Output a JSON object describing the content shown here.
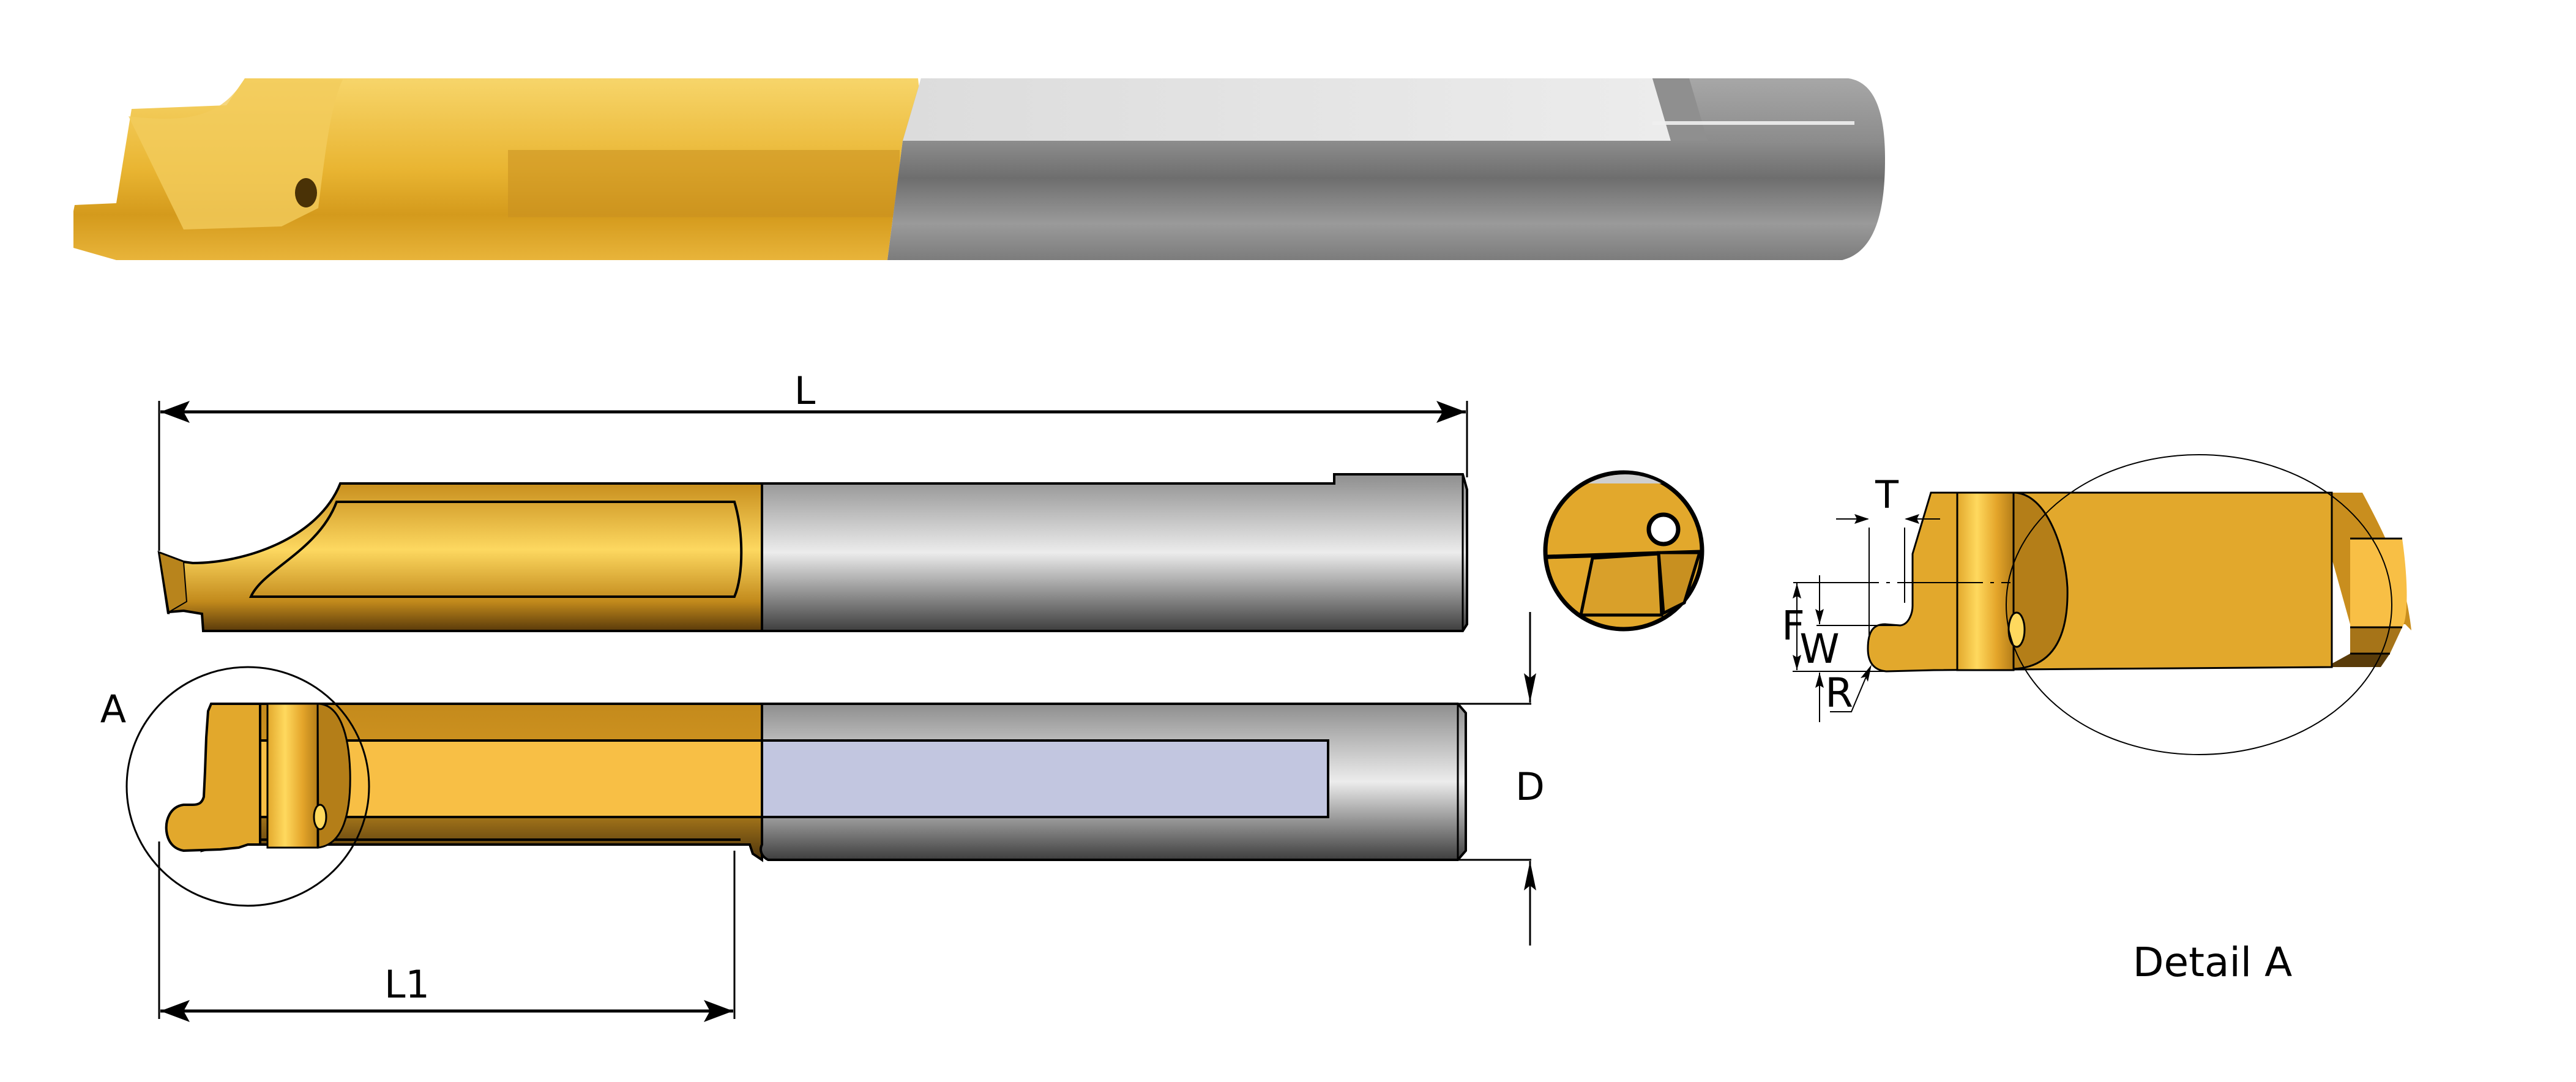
{
  "diagram": {
    "type": "technical-drawing",
    "subject": "carbide boring / grooving bar with gold coated head and ground shank",
    "views": [
      "product-photo",
      "side-view",
      "top-view",
      "end-view",
      "detail-view"
    ]
  },
  "labels": {
    "L": "L",
    "L1": "L1",
    "D": "D",
    "A": "A",
    "T": "T",
    "F": "F",
    "W": "W",
    "R": "R",
    "detail_title": "Detail A"
  },
  "colors": {
    "gold_light": "#fdd860",
    "gold_mid": "#e2a82c",
    "gold_dark": "#7a5212",
    "steel_light": "#e8e8e8",
    "steel_mid": "#9a9a9a",
    "steel_dark": "#3e3e3e",
    "flat_face": "#c2c6e0",
    "line": "#000000"
  }
}
